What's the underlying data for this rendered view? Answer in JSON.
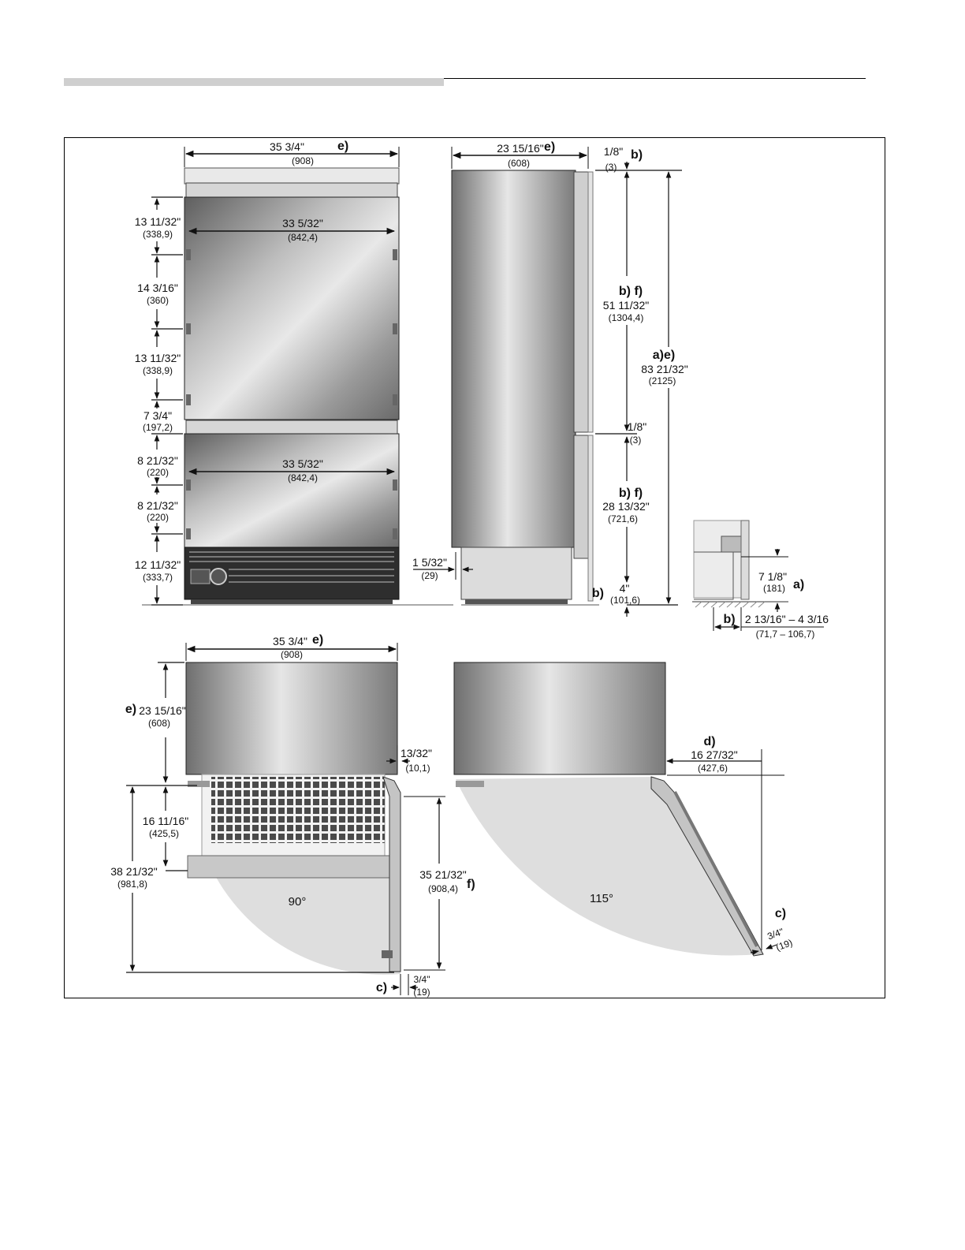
{
  "front": {
    "width_in": "35 3/4\"",
    "width_ref": "e)",
    "width_mm": "(908)",
    "inner_top_in": "33 5/32\"",
    "inner_top_mm": "(842,4)",
    "inner_bot_in": "33 5/32\"",
    "inner_bot_mm": "(842,4)",
    "d1_in": "13 11/32\"",
    "d1_mm": "(338,9)",
    "d2_in": "14 3/16\"",
    "d2_mm": "(360)",
    "d3_in": "13 11/32\"",
    "d3_mm": "(338,9)",
    "d4_in": "7 3/4\"",
    "d4_mm": "(197,2)",
    "d5_in": "8 21/32\"",
    "d5_mm": "(220)",
    "d6_in": "8 21/32\"",
    "d6_mm": "(220)",
    "d7_in": "12 11/32\"",
    "d7_mm": "(333,7)"
  },
  "side": {
    "depth_in": "23 15/16\"",
    "depth_ref": "e)",
    "depth_mm": "(608)",
    "gap_top_in": "1/8\"",
    "gap_top_ref": "b)",
    "gap_top_mm": "(3)",
    "upper_ref": "b) f)",
    "upper_in": "51 11/32\"",
    "upper_mm": "(1304,4)",
    "total_ref": "a)e)",
    "total_in": "83 21/32\"",
    "total_mm": "(2125)",
    "gap_mid_in": "1/8\"",
    "gap_mid_mm": "(3)",
    "lower_ref": "b) f)",
    "lower_in": "28 13/32\"",
    "lower_mm": "(721,6)",
    "toe_in": "1 5/32\"",
    "toe_mm": "(29)",
    "base_ref": "b)",
    "base_in": "4\"",
    "base_mm": "(101,6)"
  },
  "detail": {
    "h_in": "7 1/8\"",
    "h_mm": "(181)",
    "h_ref": "a)",
    "range_ref": "b)",
    "range_in": "2 13/16\" – 4 3/16",
    "range_mm": "(71,7 – 106,7)"
  },
  "plan90": {
    "width_in": "35 3/4\"",
    "width_ref": "e)",
    "width_mm": "(908)",
    "depth_ref": "e)",
    "depth_in": "23 15/16\"",
    "depth_mm": "(608)",
    "off_in": "13/32\"",
    "off_mm": "(10,1)",
    "d1_in": "16 11/16\"",
    "d1_mm": "(425,5)",
    "d2_in": "38 21/32\"",
    "d2_mm": "(981,8)",
    "door_in": "35 21/32\"",
    "door_ref": "f)",
    "door_mm": "(908,4)",
    "angle": "90°",
    "clear_ref": "c)",
    "clear_in": "3/4\"",
    "clear_mm": "(19)"
  },
  "plan115": {
    "d_ref": "d)",
    "d_in": "16 27/32\"",
    "d_mm": "(427,6)",
    "angle": "115°",
    "c_ref": "c)",
    "c_in": "3/4\"",
    "c_mm": "(19)"
  }
}
